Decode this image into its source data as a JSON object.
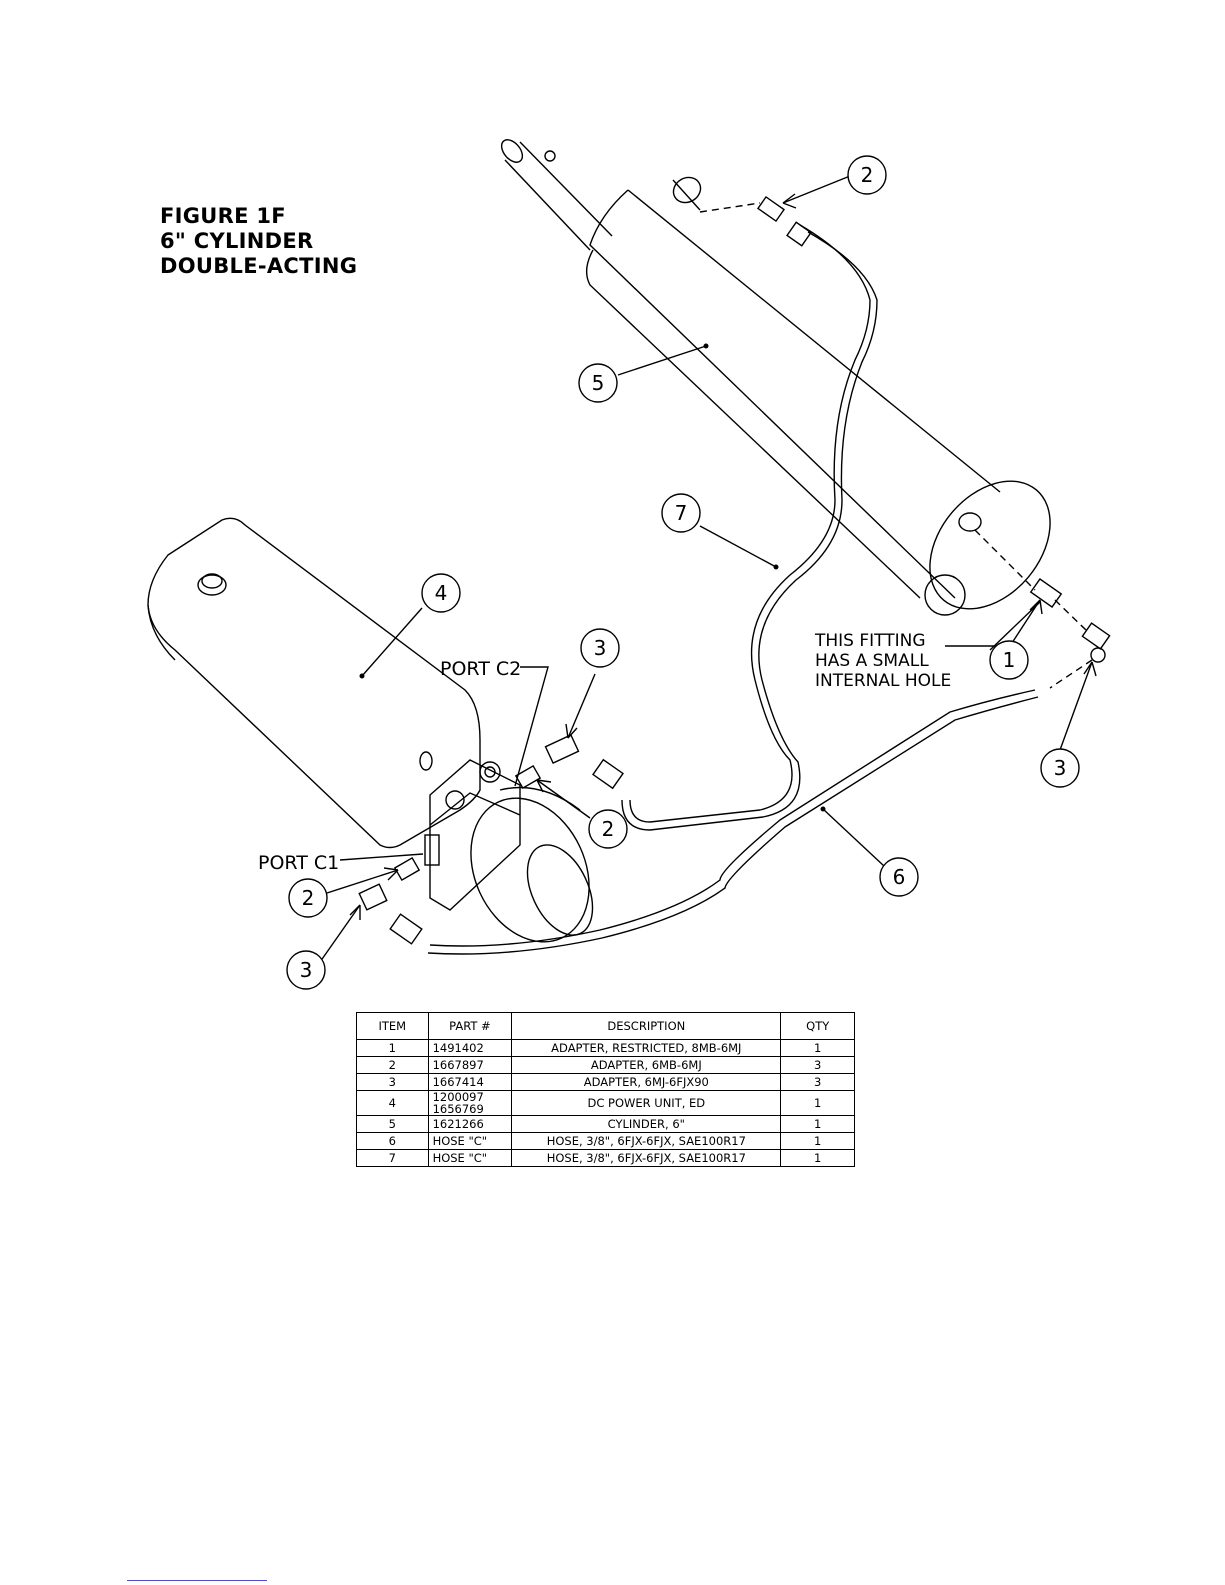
{
  "figure": {
    "title_lines": [
      "FIGURE 1F",
      "6\" CYLINDER",
      "DOUBLE-ACTING"
    ]
  },
  "labels": {
    "port_c1": "PORT C1",
    "port_c2": "PORT C2",
    "note_lines": [
      "THIS FITTING",
      "HAS A SMALL",
      "INTERNAL HOLE"
    ]
  },
  "callouts": [
    "2",
    "5",
    "7",
    "4",
    "3",
    "1",
    "3",
    "2",
    "2",
    "6",
    "3"
  ],
  "parts_table": {
    "headers": [
      "ITEM",
      "PART #",
      "DESCRIPTION",
      "QTY"
    ],
    "rows": [
      {
        "item": "1",
        "part": "1491402",
        "description": "ADAPTER, RESTRICTED, 8MB-6MJ",
        "qty": "1"
      },
      {
        "item": "2",
        "part": "1667897",
        "description": "ADAPTER, 6MB-6MJ",
        "qty": "3"
      },
      {
        "item": "3",
        "part": "1667414",
        "description": "ADAPTER, 6MJ-6FJX90",
        "qty": "3"
      },
      {
        "item": "4",
        "part": "1200097\n1656769",
        "description": "DC POWER UNIT, ED",
        "qty": "1"
      },
      {
        "item": "5",
        "part": "1621266",
        "description": "CYLINDER, 6\"",
        "qty": "1"
      },
      {
        "item": "6",
        "part": "HOSE \"C\"",
        "description": "HOSE, 3/8\", 6FJX-6FJX, SAE100R17",
        "qty": "1"
      },
      {
        "item": "7",
        "part": "HOSE \"C\"",
        "description": "HOSE, 3/8\", 6FJX-6FJX, SAE100R17",
        "qty": "1"
      }
    ]
  },
  "colors": {
    "line": "#000000",
    "background": "#ffffff",
    "footer_link": "#5050c8"
  }
}
